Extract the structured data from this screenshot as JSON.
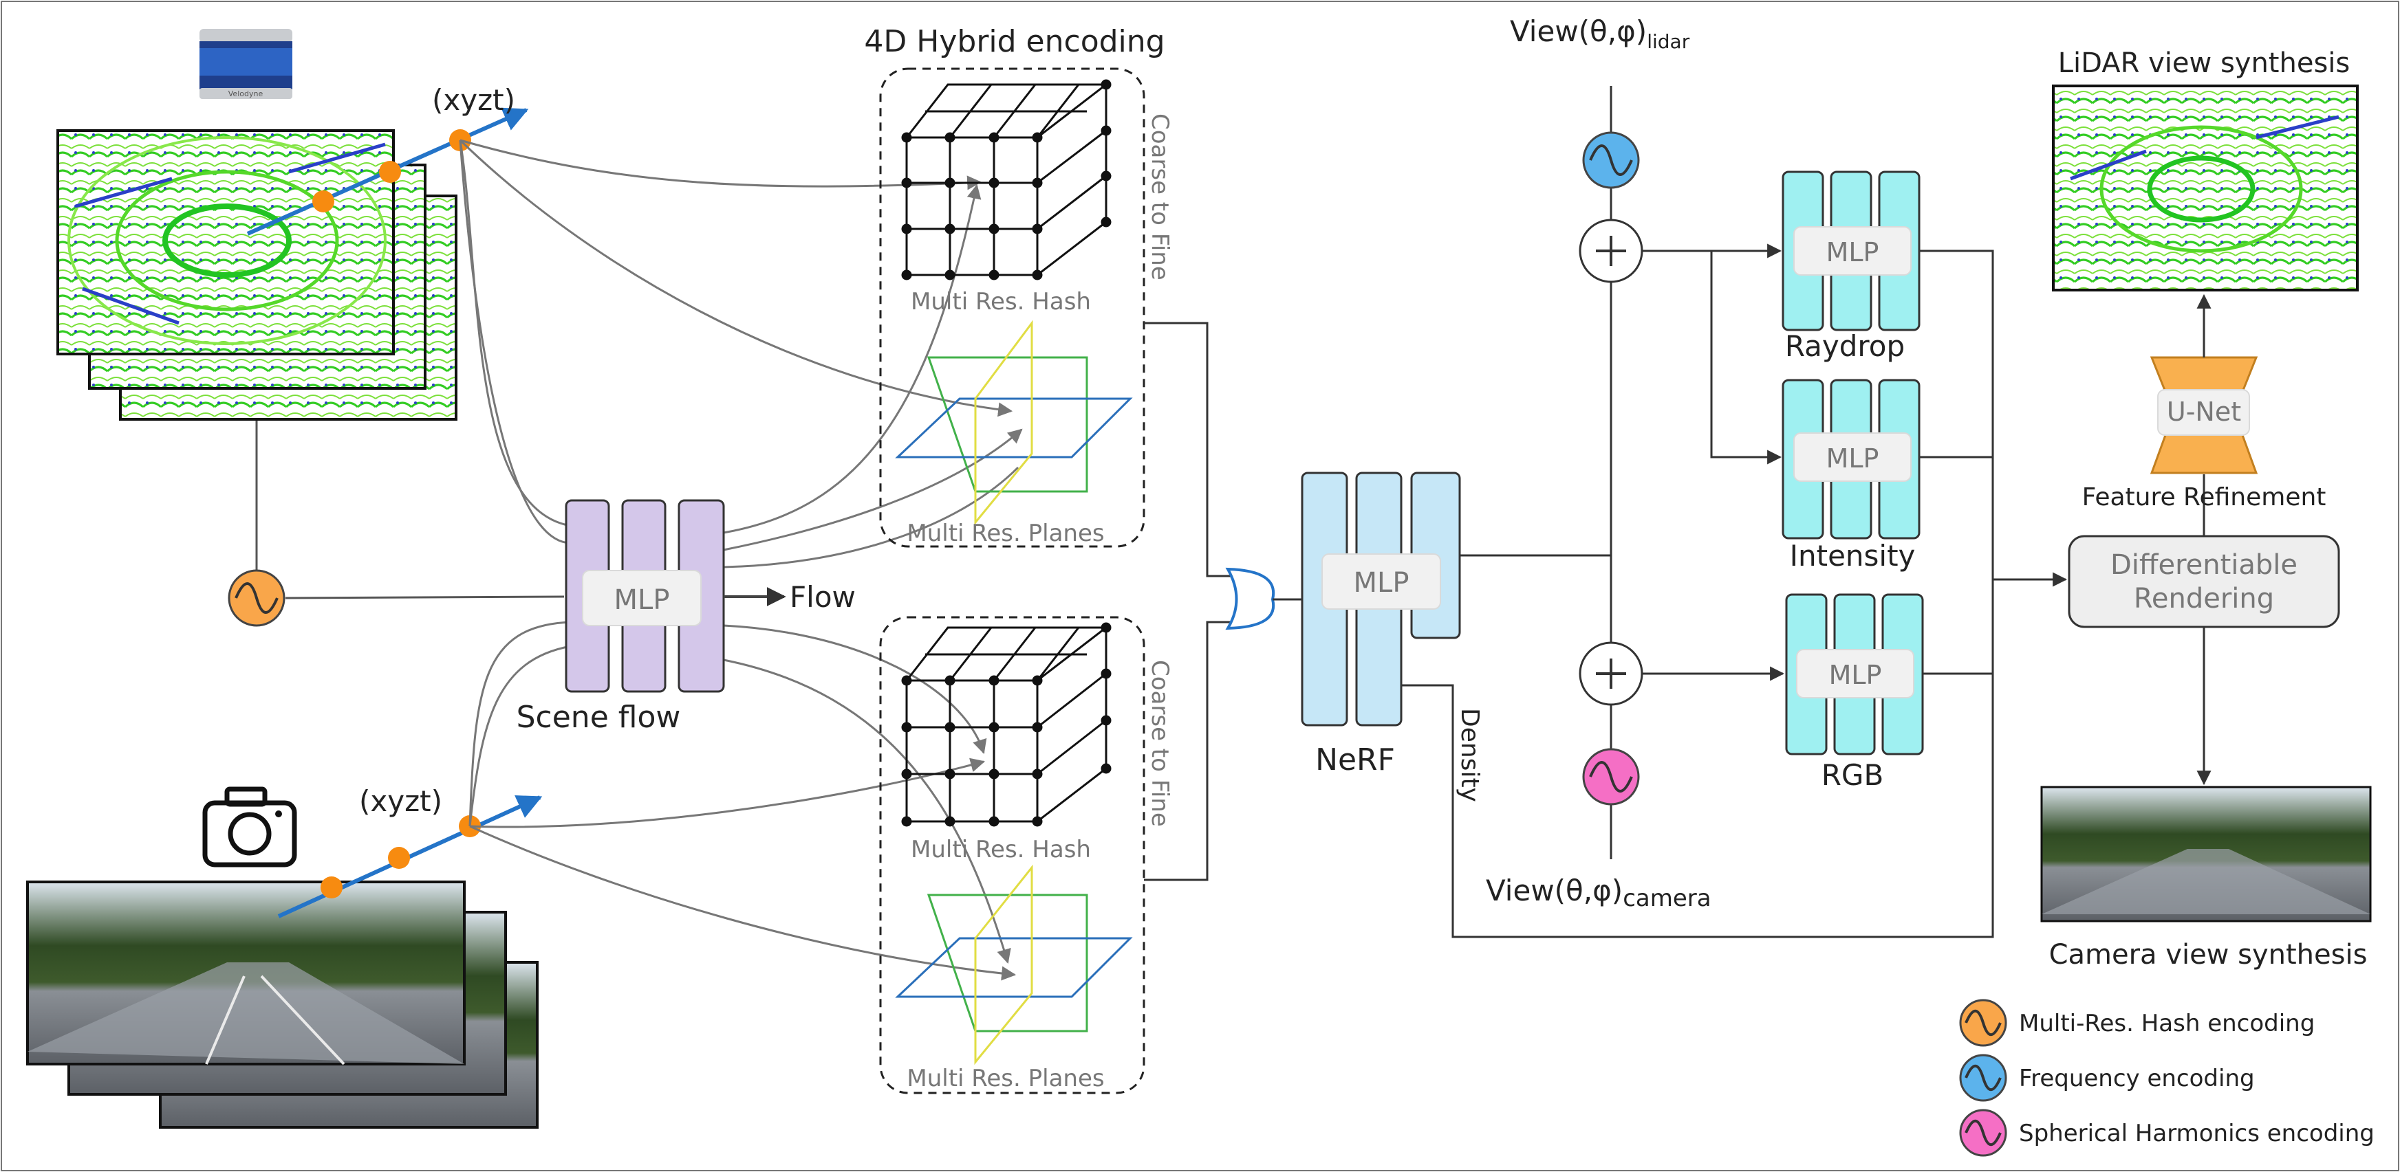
{
  "title": "4D Hybrid encoding",
  "inputs": {
    "lidar_coord": "(xyzt)",
    "camera_coord": "(xyzt)",
    "velodyne_text": "Velodyne"
  },
  "scene_flow": {
    "mlp": "MLP",
    "label": "Scene flow",
    "flow": "Flow"
  },
  "encoding_top": {
    "hash": "Multi Res. Hash",
    "planes": "Multi Res. Planes",
    "side": "Coarse to Fine"
  },
  "encoding_bottom": {
    "hash": "Multi Res. Hash",
    "planes": "Multi Res. Planes",
    "side": "Coarse to Fine"
  },
  "nerf": {
    "mlp": "MLP",
    "label": "NeRF",
    "density": "Density"
  },
  "view_lidar": {
    "main": "View(θ,φ)",
    "sub": "lidar"
  },
  "view_camera": {
    "main": "View(θ,φ)",
    "sub": "camera"
  },
  "heads": {
    "raydrop": {
      "mlp": "MLP",
      "label": "Raydrop"
    },
    "intensity": {
      "mlp": "MLP",
      "label": "Intensity"
    },
    "rgb": {
      "mlp": "MLP",
      "label": "RGB"
    }
  },
  "rendering": {
    "line1": "Differentiable",
    "line2": "Rendering",
    "unet": "U-Net",
    "feature_refinement": "Feature Refinement"
  },
  "outputs": {
    "lidar": "LiDAR view synthesis",
    "camera": "Camera view synthesis"
  },
  "legend": [
    {
      "label": "Multi-Res. Hash encoding",
      "color": "#f9a64a"
    },
    {
      "label": "Frequency encoding",
      "color": "#5cb3ec"
    },
    {
      "label": "Spherical Harmonics encoding",
      "color": "#f56fc5"
    }
  ],
  "colors": {
    "scene_flow_mlp": "#d4c7ea",
    "nerf_mlp": "#c6e7f7",
    "head_mlp": "#9ff0f1",
    "unet": "#f9b04f",
    "point": "#f78b10",
    "ray": "#2474c8",
    "render_box": "#eeeeee"
  }
}
